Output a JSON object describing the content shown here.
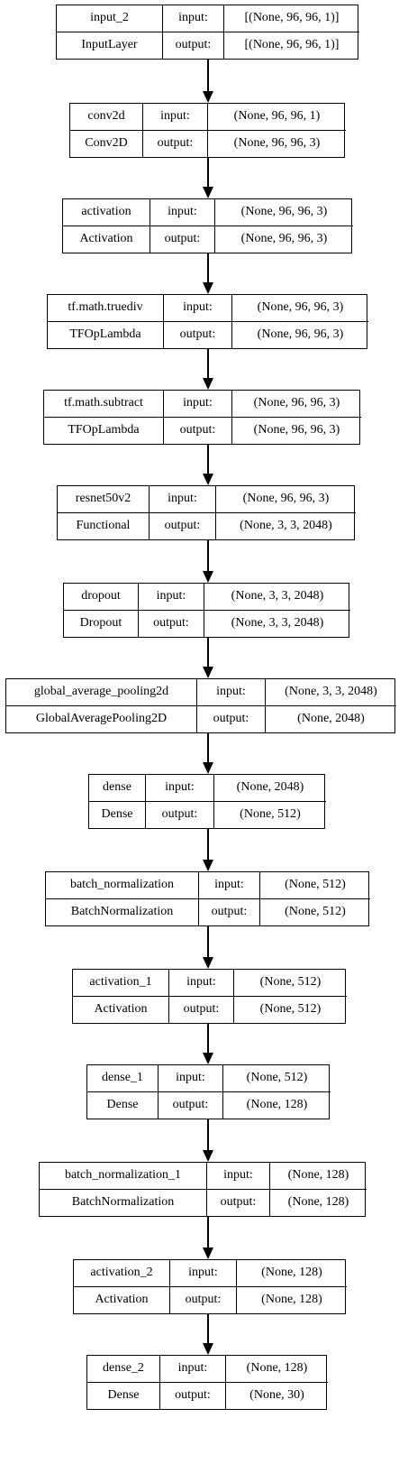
{
  "layers": [
    {
      "name": "input_2",
      "type": "InputLayer",
      "input_label": "input:",
      "output_label": "output:",
      "input": "[(None, 96, 96, 1)]",
      "output": "[(None, 96, 96, 1)]"
    },
    {
      "name": "conv2d",
      "type": "Conv2D",
      "input_label": "input:",
      "output_label": "output:",
      "input": "(None, 96, 96, 1)",
      "output": "(None, 96, 96, 3)"
    },
    {
      "name": "activation",
      "type": "Activation",
      "input_label": "input:",
      "output_label": "output:",
      "input": "(None, 96, 96, 3)",
      "output": "(None, 96, 96, 3)"
    },
    {
      "name": "tf.math.truediv",
      "type": "TFOpLambda",
      "input_label": "input:",
      "output_label": "output:",
      "input": "(None, 96, 96, 3)",
      "output": "(None, 96, 96, 3)"
    },
    {
      "name": "tf.math.subtract",
      "type": "TFOpLambda",
      "input_label": "input:",
      "output_label": "output:",
      "input": "(None, 96, 96, 3)",
      "output": "(None, 96, 96, 3)"
    },
    {
      "name": "resnet50v2",
      "type": "Functional",
      "input_label": "input:",
      "output_label": "output:",
      "input": "(None, 96, 96, 3)",
      "output": "(None, 3, 3, 2048)"
    },
    {
      "name": "dropout",
      "type": "Dropout",
      "input_label": "input:",
      "output_label": "output:",
      "input": "(None, 3, 3, 2048)",
      "output": "(None, 3, 3, 2048)"
    },
    {
      "name": "global_average_pooling2d",
      "type": "GlobalAveragePooling2D",
      "input_label": "input:",
      "output_label": "output:",
      "input": "(None, 3, 3, 2048)",
      "output": "(None, 2048)"
    },
    {
      "name": "dense",
      "type": "Dense",
      "input_label": "input:",
      "output_label": "output:",
      "input": "(None, 2048)",
      "output": "(None, 512)"
    },
    {
      "name": "batch_normalization",
      "type": "BatchNormalization",
      "input_label": "input:",
      "output_label": "output:",
      "input": "(None, 512)",
      "output": "(None, 512)"
    },
    {
      "name": "activation_1",
      "type": "Activation",
      "input_label": "input:",
      "output_label": "output:",
      "input": "(None, 512)",
      "output": "(None, 512)"
    },
    {
      "name": "dense_1",
      "type": "Dense",
      "input_label": "input:",
      "output_label": "output:",
      "input": "(None, 512)",
      "output": "(None, 128)"
    },
    {
      "name": "batch_normalization_1",
      "type": "BatchNormalization",
      "input_label": "input:",
      "output_label": "output:",
      "input": "(None, 128)",
      "output": "(None, 128)"
    },
    {
      "name": "activation_2",
      "type": "Activation",
      "input_label": "input:",
      "output_label": "output:",
      "input": "(None, 128)",
      "output": "(None, 128)"
    },
    {
      "name": "dense_2",
      "type": "Dense",
      "input_label": "input:",
      "output_label": "output:",
      "input": "(None, 128)",
      "output": "(None, 30)"
    }
  ]
}
